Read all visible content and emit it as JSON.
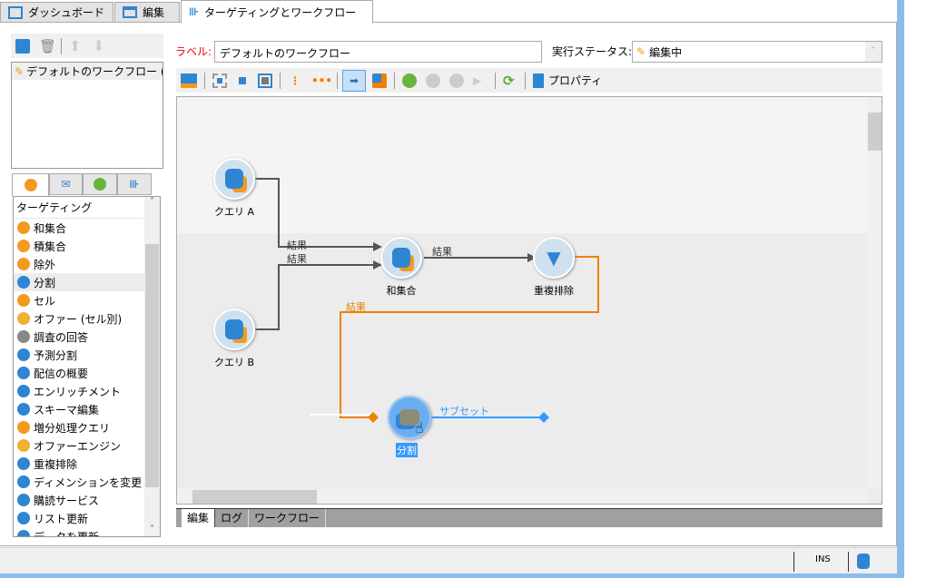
{
  "tabs": [
    {
      "label": "ダッシュボード",
      "icon": "dashboard-icon"
    },
    {
      "label": "編集",
      "icon": "edit-window-icon"
    },
    {
      "label": "ターゲティングとワークフロー",
      "icon": "workflow-icon",
      "active": true
    }
  ],
  "left": {
    "workflows": [
      "デフォルトのワークフロー (…"
    ],
    "palette_tabs": [
      "targeting-icon",
      "delivery-icon",
      "run-icon",
      "flow-icon"
    ],
    "palette_header": "ターゲティング",
    "palette_items": [
      "和集合",
      "積集合",
      "除外",
      "分割",
      "セル",
      "オファー (セル別)",
      "調査の回答",
      "予測分割",
      "配信の概要",
      "エンリッチメント",
      "スキーマ編集",
      "増分処理クエリ",
      "オファーエンジン",
      "重複排除",
      "ディメンションを変更",
      "購読サービス",
      "リスト更新",
      "データを更新"
    ],
    "selected_item": "分割"
  },
  "form": {
    "label_caption": "ラベル:",
    "label_value": "デフォルトのワークフロー",
    "status_caption": "実行ステータス:",
    "status_value": "編集中"
  },
  "toolbar": {
    "properties_label": "プロパティ"
  },
  "workflow": {
    "nodes": {
      "query_a": "クエリ A",
      "query_b": "クエリ B",
      "union": "和集合",
      "dedup": "重複排除",
      "split": "分割"
    },
    "edges": {
      "a_union": "結果",
      "b_union": "結果",
      "union_dedup": "結果",
      "dedup_split": "結果",
      "split_out": "サブセット"
    }
  },
  "bottom_tabs": [
    "編集",
    "ログ",
    "ワークフロー"
  ],
  "statusbar": {
    "ins": "INS"
  },
  "colors": {
    "accent": "#2d85d3",
    "orange": "#f08000",
    "subset": "#3399ff"
  }
}
